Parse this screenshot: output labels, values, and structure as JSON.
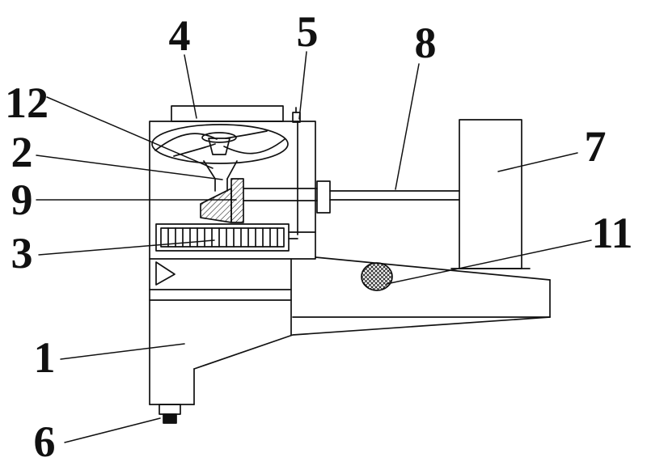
{
  "figure": {
    "background": "#ffffff",
    "ink": "#111111"
  },
  "labels": [
    {
      "id": "1",
      "text": "1"
    },
    {
      "id": "2",
      "text": "2"
    },
    {
      "id": "3",
      "text": "3"
    },
    {
      "id": "4",
      "text": "4"
    },
    {
      "id": "5",
      "text": "5"
    },
    {
      "id": "6",
      "text": "6"
    },
    {
      "id": "7",
      "text": "7"
    },
    {
      "id": "8",
      "text": "8"
    },
    {
      "id": "9",
      "text": "9"
    },
    {
      "id": "11",
      "text": "11"
    },
    {
      "id": "12",
      "text": "12"
    }
  ]
}
